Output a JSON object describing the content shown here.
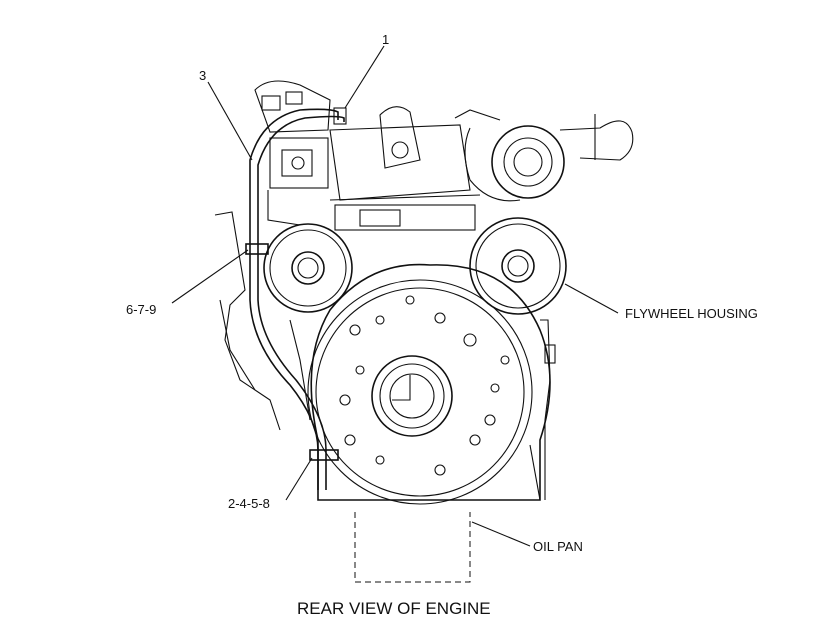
{
  "diagram": {
    "caption": "REAR VIEW OF ENGINE",
    "callouts": {
      "c1": "1",
      "c3": "3",
      "c679": "6-7-9",
      "c2458": "2-4-5-8",
      "flywheel_housing": "FLYWHEEL HOUSING",
      "oil_pan": "OIL PAN"
    },
    "colors": {
      "ink": "#111111",
      "background": "#ffffff"
    }
  }
}
